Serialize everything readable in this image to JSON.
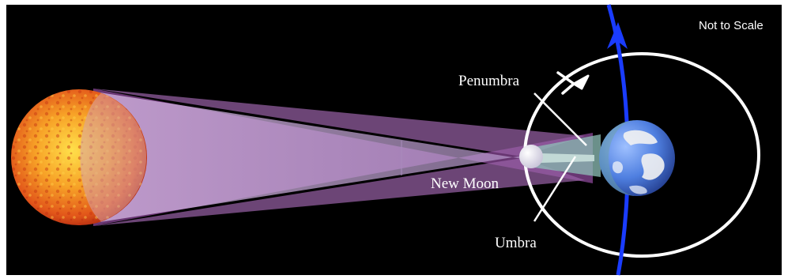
{
  "diagram": {
    "scale_note": "Not to Scale",
    "labels": {
      "penumbra": "Penumbra",
      "new_moon": "New Moon",
      "umbra": "Umbra"
    },
    "colors": {
      "background": "#000000",
      "frame": "#ffffff",
      "sun_core": "#ffe04a",
      "sun_mid": "#f57a1c",
      "sun_edge": "#a8200e",
      "penumbra_cone": "#c9a6d8",
      "umbra_cone": "#d9c8ea",
      "earth_ocean": "#4f7fe0",
      "earth_cloud": "#f2f2f2",
      "earth_shadow_cone": "#8fc0b8",
      "moon": "#f2f2f7",
      "moon_orbit": "#ffffff",
      "earth_orbit": "#1a3cff",
      "text": "#ffffff"
    },
    "icons": {
      "moon_orbit_direction": "arrowhead-icon",
      "earth_orbit_direction": "arrowhead-icon"
    }
  }
}
